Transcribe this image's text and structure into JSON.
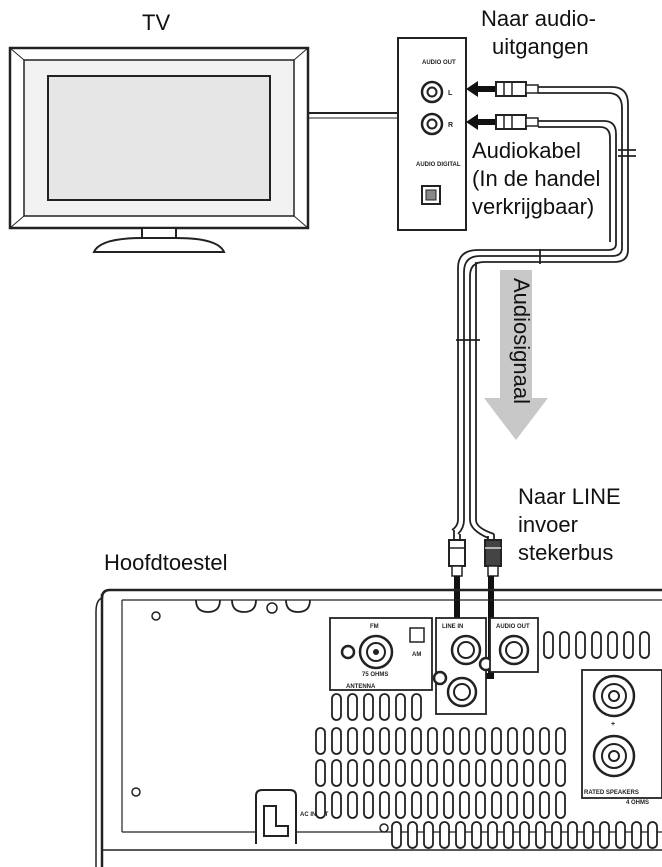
{
  "labels": {
    "tv": "TV",
    "naar_audio_line1": "Naar audio-",
    "naar_audio_line2": "uitgangen",
    "audiokabel_line1": "Audiokabel",
    "audiokabel_line2": "(In de handel",
    "audiokabel_line3": "verkrijgbaar)",
    "audiosignaal": "Audiosignaal",
    "naar_line_line1": "Naar LINE",
    "naar_line_line2": "invoer",
    "naar_line_line3": "stekerbus",
    "hoofdtoestel": "Hoofdtoestel"
  },
  "tv_panel": {
    "audio_out": "AUDIO OUT",
    "left": "L",
    "right": "R",
    "audio_digital": "AUDIO DIGITAL"
  },
  "main_unit": {
    "fm": "FM",
    "ohms_75": "75 OHMS",
    "am": "AM",
    "antenna": "ANTENNA",
    "line_in": "LINE IN",
    "audio_out": "AUDIO OUT",
    "rated_speakers": "RATED SPEAKERS",
    "ohms_4": "4 OHMS",
    "ac_input": "AC INPUT"
  },
  "colors": {
    "line": "#222222",
    "signal_arrow": "#c8c8c8",
    "screen": "#e6e6e6"
  }
}
